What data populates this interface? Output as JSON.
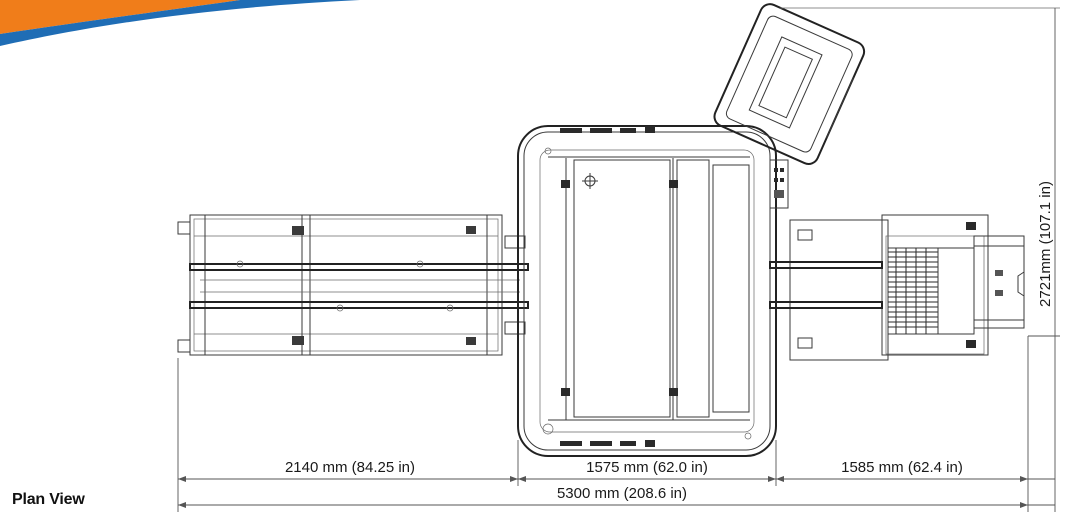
{
  "header": {
    "accent_orange": "#F07D1A",
    "accent_blue": "#1F6DB5"
  },
  "view_label": "Plan View",
  "dimensions": {
    "segment_left": "2140 mm (84.25 in)",
    "segment_center": "1575 mm (62.0 in)",
    "segment_right": "1585 mm (62.4 in)",
    "overall_length": "5300 mm (208.6 in)",
    "overall_height": "2721mm (107.1 in)"
  }
}
